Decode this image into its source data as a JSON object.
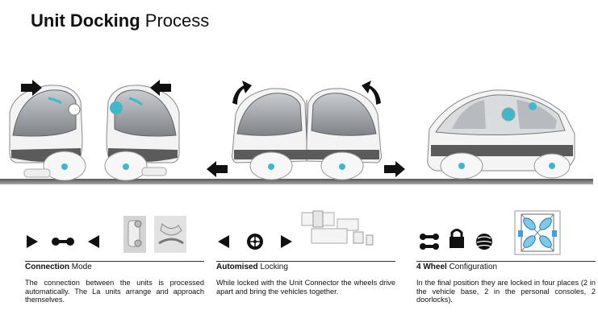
{
  "title": {
    "bold": "Unit Docking",
    "rest": "Process"
  },
  "panels": [
    {
      "heading_bold": "Connection",
      "heading_rest": "Mode",
      "description": "The connection between the units is processed automatically. The La units arrange and approach themselves."
    },
    {
      "heading_bold": "Automised",
      "heading_rest": "Locking",
      "description": "While locked with the Unit Connector the wheels drive apart and bring the vehicles together."
    },
    {
      "heading_bold": "4 Wheel",
      "heading_rest": "Configuration",
      "description": "In the final position they are locked in four places (2 in the vehicle base, 2 in the personal consoles, 2 doorlocks)."
    }
  ],
  "colors": {
    "accent": "#3fb8c9",
    "ground": "#3a3a3a",
    "body": "#f2f2f2",
    "glass": "#9a9ea3"
  }
}
